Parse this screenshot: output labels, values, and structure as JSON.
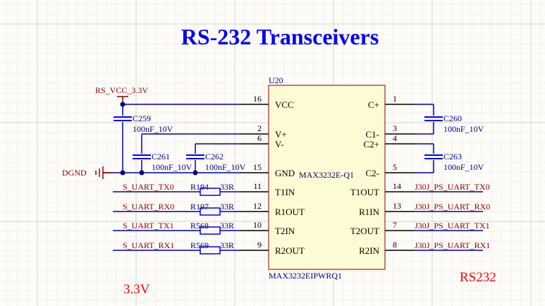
{
  "title": "RS-232 Transceivers",
  "colors": {
    "background": "#fdfcf8",
    "title": "#0000ff",
    "wire": "#0000aa",
    "pin": "#000000",
    "net_label": "#8b0000",
    "component_text": "#000080",
    "chip_fill": "#fdfbd3",
    "chip_border": "#b05050",
    "note": "#ff0000"
  },
  "chip": {
    "designator": "U20",
    "comment": "MAX3232E-Q1",
    "part_number": "MAX3232EIPWRQ1",
    "left_pins": [
      {
        "num": "16",
        "name": "VCC"
      },
      {
        "num": "2",
        "name": "V+"
      },
      {
        "num": "6",
        "name": "V-"
      },
      {
        "num": "15",
        "name": "GND"
      },
      {
        "num": "11",
        "name": "T1IN"
      },
      {
        "num": "12",
        "name": "R1OUT"
      },
      {
        "num": "10",
        "name": "T2IN"
      },
      {
        "num": "9",
        "name": "R2OUT"
      }
    ],
    "right_pins": [
      {
        "num": "1",
        "name": "C+"
      },
      {
        "num": "3",
        "name": "C1-"
      },
      {
        "num": "4",
        "name": "C2+"
      },
      {
        "num": "5",
        "name": "C2-"
      },
      {
        "num": "14",
        "name": "T1OUT"
      },
      {
        "num": "13",
        "name": "R1IN"
      },
      {
        "num": "7",
        "name": "T2OUT"
      },
      {
        "num": "8",
        "name": "R2IN"
      }
    ]
  },
  "power": {
    "vcc_net": "RS_VCC_3.3V",
    "gnd_net": "DGND"
  },
  "capacitors": [
    {
      "ref": "C259",
      "value": "100nF_10V"
    },
    {
      "ref": "C261",
      "value": "100nF_10V"
    },
    {
      "ref": "C262",
      "value": "100nF_10V"
    },
    {
      "ref": "C260",
      "value": "100nF_10V"
    },
    {
      "ref": "C263",
      "value": "100nF_10V"
    }
  ],
  "resistors": [
    {
      "ref": "R194",
      "value": "33R",
      "net": "S_UART_TX0"
    },
    {
      "ref": "R197",
      "value": "33R",
      "net": "S_UART_RX0"
    },
    {
      "ref": "R568",
      "value": "33R",
      "net": "S_UART_TX1"
    },
    {
      "ref": "R569",
      "value": "33R",
      "net": "S_UART_RX1"
    }
  ],
  "right_nets": [
    "J30J_PS_UART_TX0",
    "J30J_PS_UART_RX0",
    "J30J_PS_UART_TX1",
    "J30J_PS_UART_RX1"
  ],
  "notes": {
    "left": "3.3V",
    "right": "RS232"
  }
}
